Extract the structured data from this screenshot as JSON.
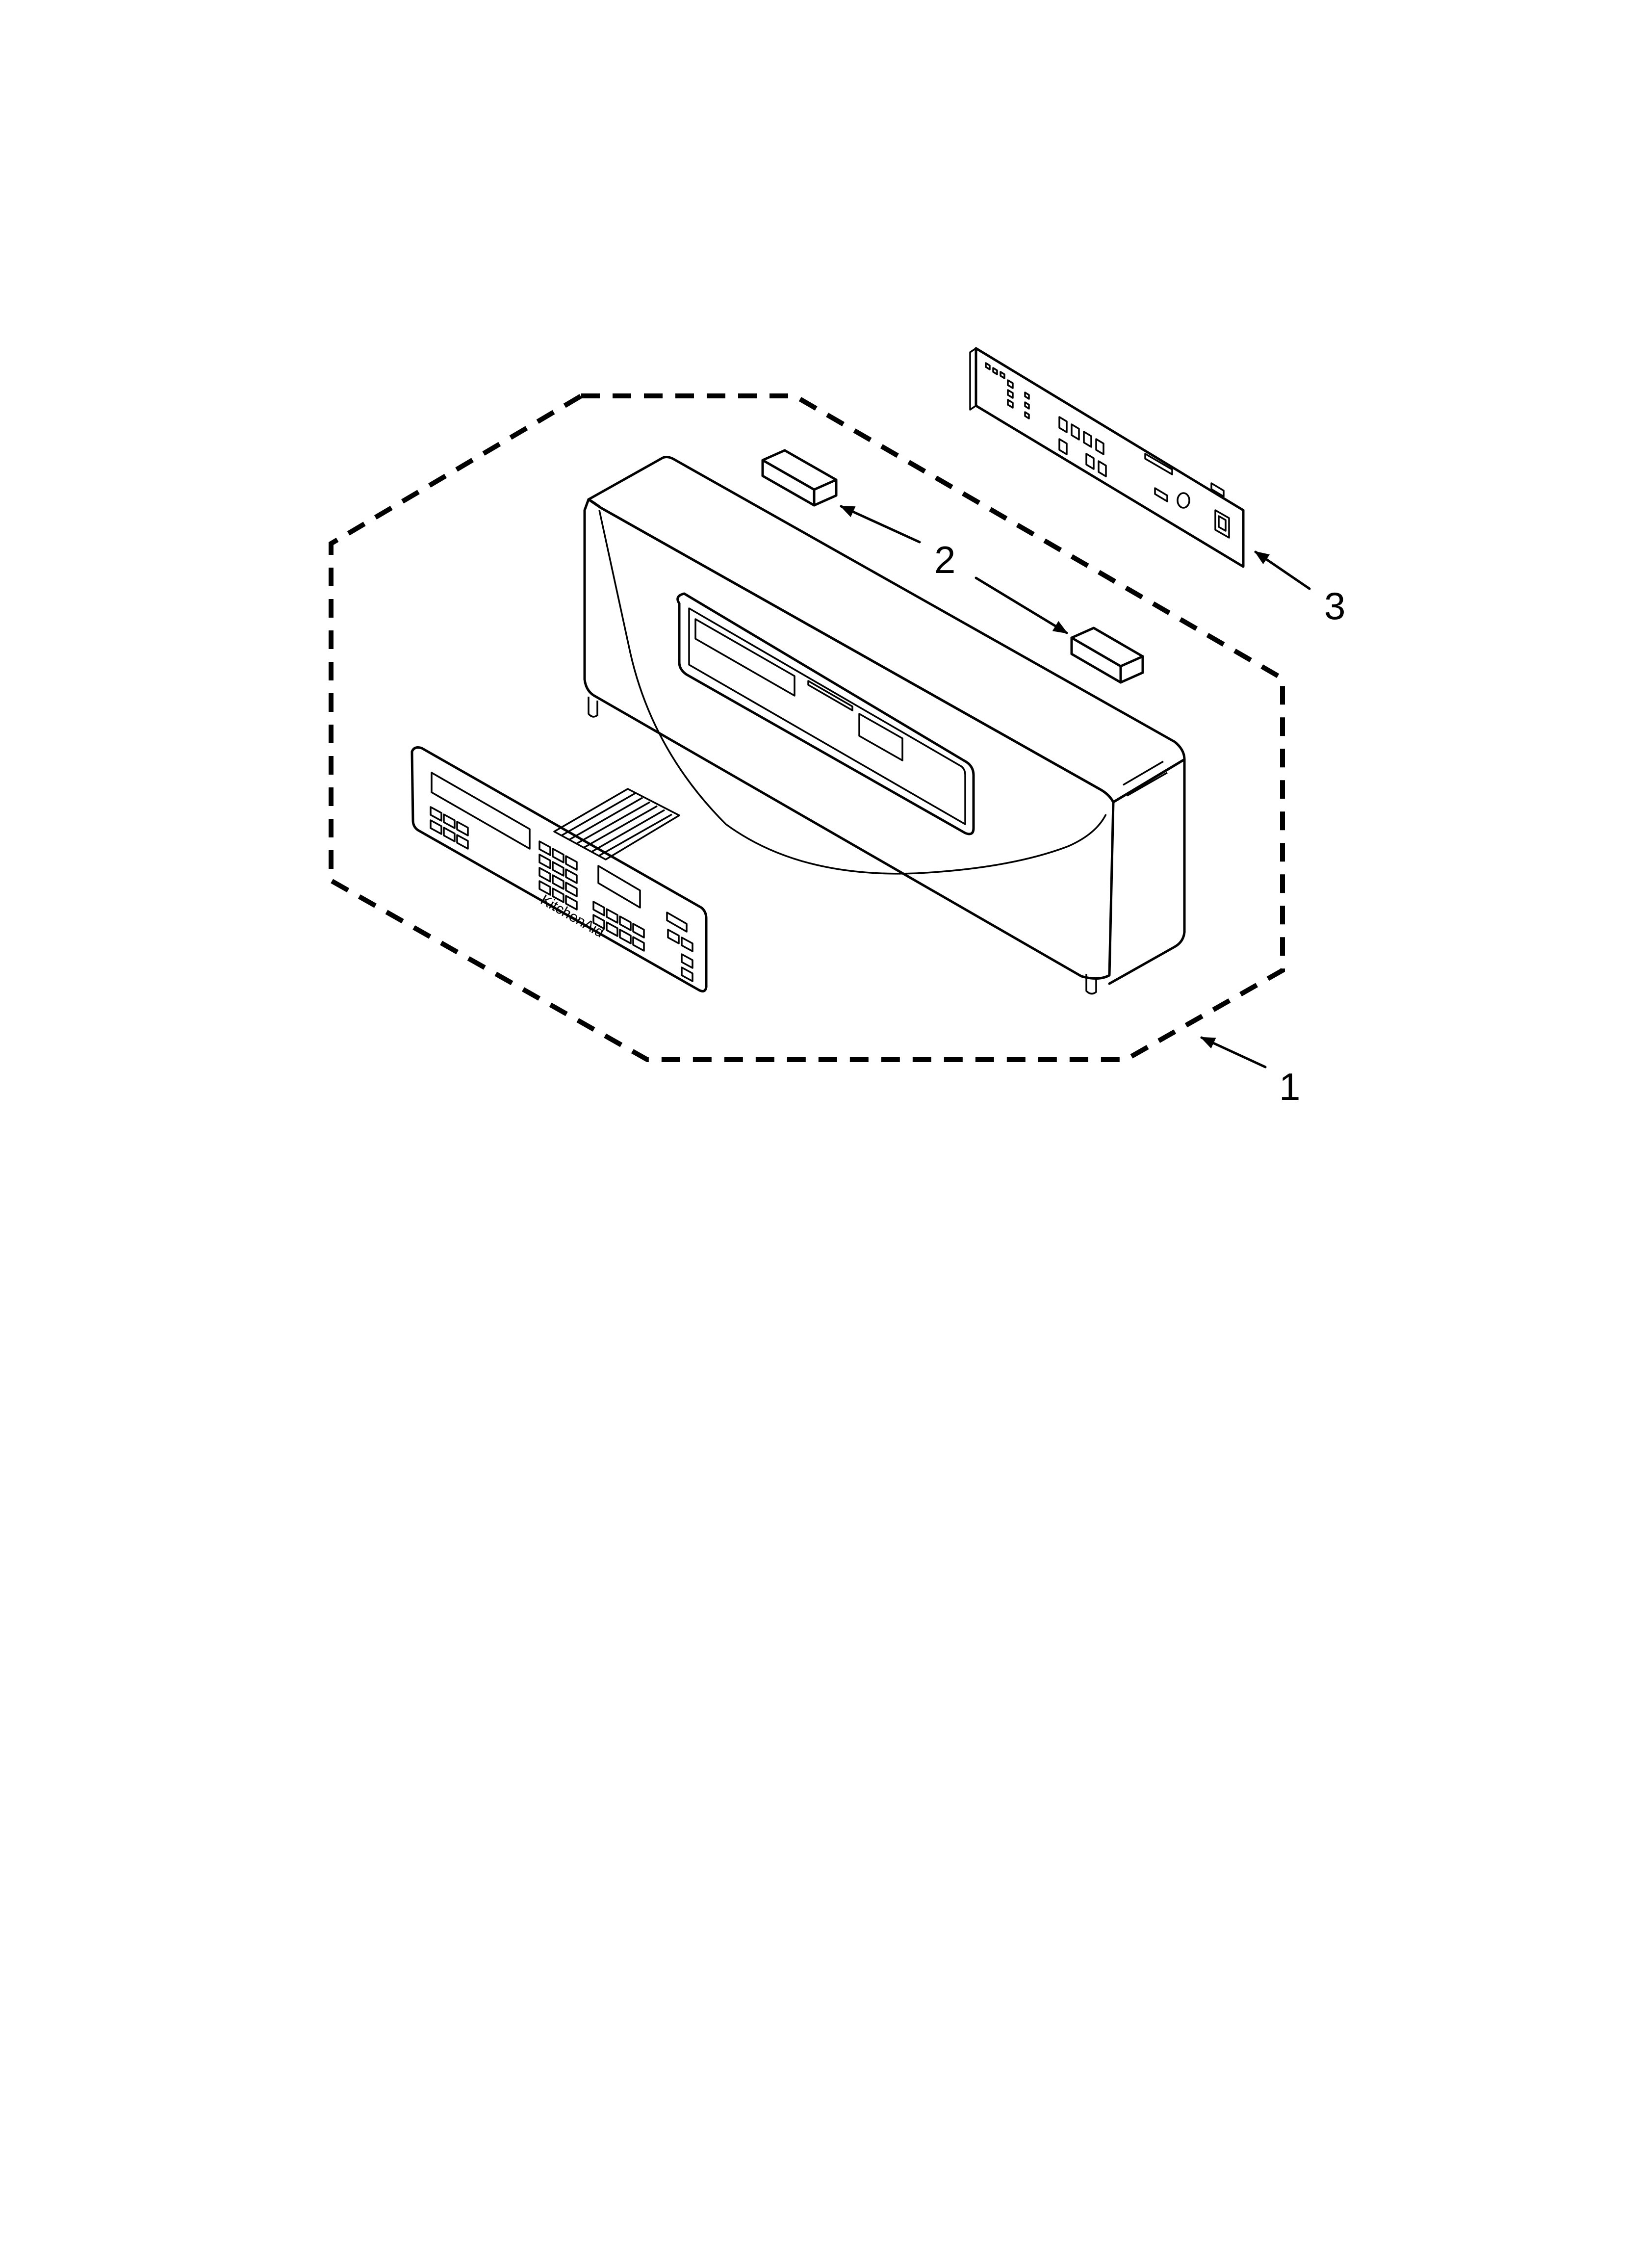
{
  "callouts": {
    "part1": "1",
    "part2": "2",
    "part3": "3"
  },
  "keypad": {
    "brand": "KitchenAid"
  },
  "icons": {
    "arrow": "arrowhead",
    "keypad": "control-keypad-overlay",
    "console": "control-panel-housing",
    "board": "electronic-control-board",
    "spacer": "spacer-block"
  },
  "colors": {
    "line": "#000000",
    "background": "#ffffff"
  }
}
